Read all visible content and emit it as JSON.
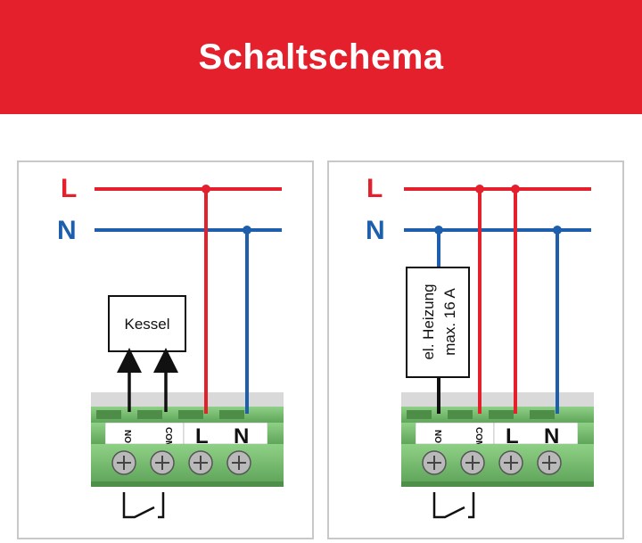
{
  "header": {
    "title": "Schaltschema"
  },
  "colors": {
    "banner": "#e3202b",
    "phase": "#e3202b",
    "neutral": "#1d5fad",
    "terminal": "#7cc074"
  },
  "left_panel": {
    "line_label_l": "L",
    "line_label_n": "N",
    "device_label": "Kessel",
    "terminals": [
      "NO",
      "COM",
      "L",
      "N"
    ]
  },
  "right_panel": {
    "line_label_l": "L",
    "line_label_n": "N",
    "device_label_line1": "el. Heizung",
    "device_label_line2": "max. 16 A",
    "terminals": [
      "NO",
      "COM",
      "L",
      "N"
    ]
  }
}
